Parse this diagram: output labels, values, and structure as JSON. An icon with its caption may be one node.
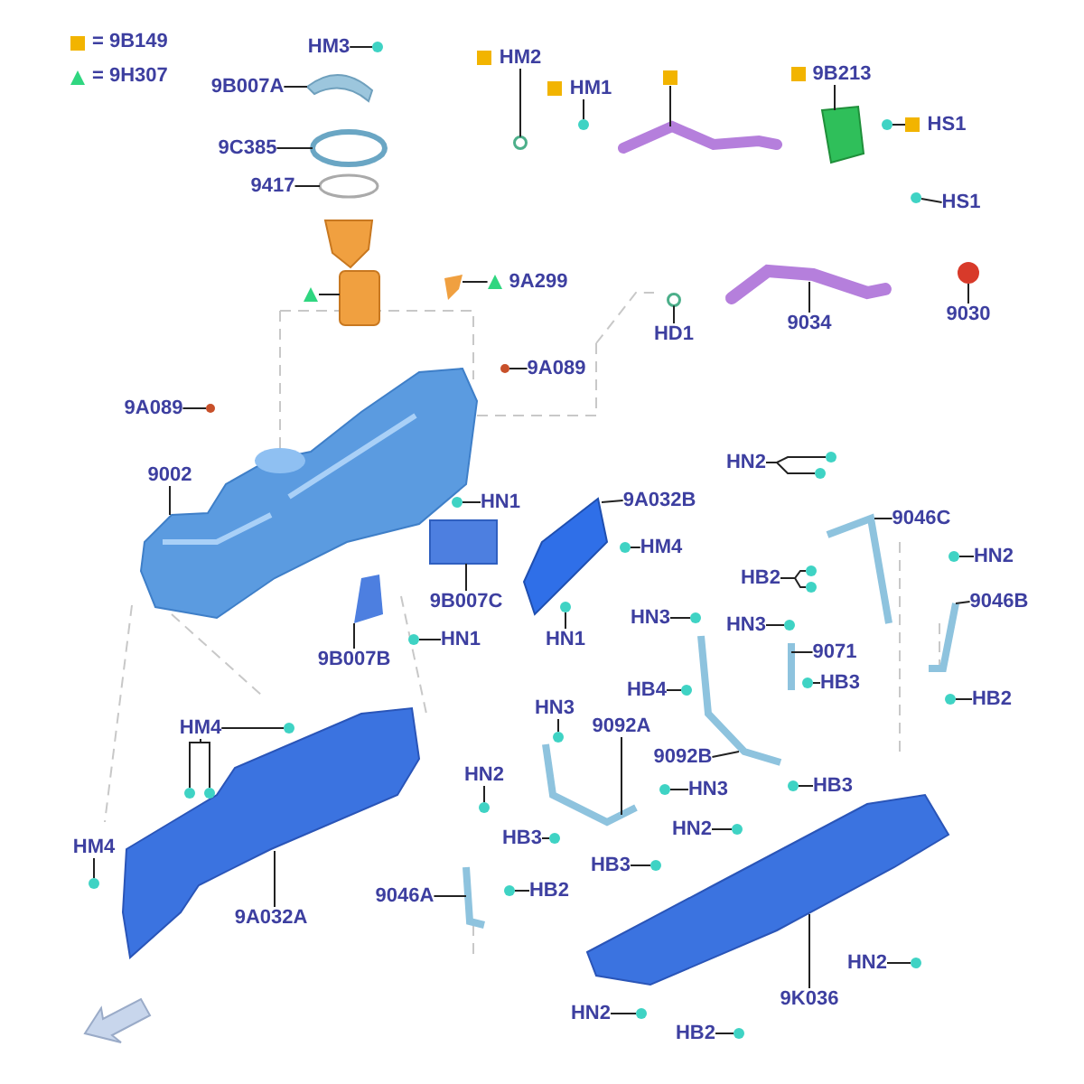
{
  "diagram": {
    "nodes": [
      {
        "text": [
          "HM3"
        ]
      },
      {
        "text": [
          "9B007A"
        ]
      },
      {
        "text": [
          "9C385"
        ]
      },
      {
        "text": [
          "9417"
        ]
      },
      {
        "text": [
          "HM2"
        ]
      },
      {
        "text": [
          "HM1"
        ]
      },
      {
        "text": [],
        "shape": "box"
      },
      {
        "text": [
          "9B213"
        ]
      },
      {
        "text": [
          "HS1"
        ]
      },
      {
        "text": [
          "9A299"
        ]
      },
      {
        "text": [],
        "shape": "triangle"
      },
      {
        "text": [
          "HS1"
        ]
      },
      {
        "text": [
          "HD1"
        ]
      },
      {
        "text": [
          "9034"
        ]
      },
      {
        "text": [
          "9030"
        ]
      },
      {
        "text": [
          "9A089"
        ]
      },
      {
        "text": [
          "9A089"
        ]
      },
      {
        "text": [
          "9002"
        ]
      },
      {
        "text": [
          "HN1"
        ]
      },
      {
        "text": [
          "9A032B"
        ]
      },
      {
        "text": [
          "HM4"
        ]
      },
      {
        "text": [
          "9B007C"
        ]
      },
      {
        "text": [
          "9B007B"
        ]
      },
      {
        "text": [
          "HN1"
        ]
      },
      {
        "text": [
          "HN1"
        ]
      },
      {
        "text": [
          "HN2"
        ]
      },
      {
        "text": [
          "9046C"
        ]
      },
      {
        "text": [
          "HB2"
        ]
      },
      {
        "text": [
          "HN2"
        ]
      },
      {
        "text": [
          "9046B"
        ]
      },
      {
        "text": [
          "HN3"
        ]
      },
      {
        "text": [
          "HN3"
        ]
      },
      {
        "text": [
          "9071"
        ]
      },
      {
        "text": [
          "HB3"
        ]
      },
      {
        "text": [
          "HB4"
        ]
      },
      {
        "text": [
          "HB2"
        ]
      },
      {
        "text": [
          "HN3"
        ]
      },
      {
        "text": [
          "9092A"
        ]
      },
      {
        "text": [
          "9092B"
        ]
      },
      {
        "text": [
          "HN3"
        ]
      },
      {
        "text": [
          "HB3"
        ]
      },
      {
        "text": [
          "HN2"
        ]
      },
      {
        "text": [
          "HB3"
        ]
      },
      {
        "text": [
          "HN2"
        ]
      },
      {
        "text": [
          "HB3"
        ]
      },
      {
        "text": [
          "HB2"
        ]
      },
      {
        "text": [
          "HM4"
        ]
      },
      {
        "text": [
          "HM4"
        ]
      },
      {
        "text": [
          "9A032A"
        ]
      },
      {
        "text": [
          "9046A"
        ]
      },
      {
        "text": [
          "9K036"
        ]
      },
      {
        "text": [
          "HN2"
        ]
      },
      {
        "text": [
          "HN2"
        ]
      },
      {
        "text": [
          "HB2"
        ]
      },
      {
        "text": [],
        "shape": "circle"
      },
      {
        "text": [],
        "shape": "picture"
      },
      {
        "text": [],
        "shape": "circle"
      },
      {
        "text": [],
        "shape": "circle"
      },
      {
        "text": [],
        "shape": "circle"
      },
      {
        "text": [],
        "shape": "circle"
      },
      {
        "text": [],
        "shape": "picture"
      },
      {
        "text": [],
        "shape": "picture"
      },
      {
        "text": [],
        "shape": "circle"
      },
      {
        "text": [],
        "shape": "picture"
      },
      {
        "text": [],
        "shape": "picture"
      },
      {
        "text": [],
        "shape": "circle"
      },
      {
        "text": [],
        "shape": "circle"
      },
      {
        "text": [],
        "shape": "picture"
      },
      {
        "text": [],
        "shape": "circle"
      },
      {
        "text": [],
        "shape": "circle"
      },
      {
        "text": [],
        "shape": "circle"
      },
      {
        "text": [],
        "shape": "picture"
      },
      {
        "text": [],
        "shape": "circle"
      },
      {
        "text": [],
        "shape": "picture"
      },
      {
        "text": [],
        "shape": "circle"
      },
      {
        "text": [],
        "shape": "picture"
      },
      {
        "text": [],
        "shape": "picture"
      },
      {
        "text": [],
        "shape": "circle"
      },
      {
        "text": [],
        "shape": "circle"
      },
      {
        "text": [],
        "shape": "circle"
      },
      {
        "text": [],
        "shape": "circle"
      },
      {
        "text": [],
        "shape": "picture"
      },
      {
        "text": [],
        "shape": "circle"
      },
      {
        "text": [],
        "shape": "circle"
      },
      {
        "text": [],
        "shape": "circle"
      },
      {
        "text": [],
        "shape": "picture"
      },
      {
        "text": [],
        "shape": "circle"
      },
      {
        "text": [],
        "shape": "circle"
      },
      {
        "text": [],
        "shape": "picture"
      },
      {
        "text": [],
        "shape": "circle"
      },
      {
        "text": [],
        "shape": "circle"
      },
      {
        "text": [],
        "shape": "circle"
      },
      {
        "text": [],
        "shape": "circle"
      },
      {
        "text": [],
        "shape": "picture"
      },
      {
        "text": [],
        "shape": "picture"
      },
      {
        "text": [],
        "shape": "circle"
      },
      {
        "text": [],
        "shape": "circle"
      },
      {
        "text": [],
        "shape": "circle"
      },
      {
        "text": [],
        "shape": "circle"
      },
      {
        "text": [],
        "shape": "circle"
      },
      {
        "text": [],
        "shape": "circle"
      },
      {
        "text": [],
        "shape": "circle"
      },
      {
        "text": [],
        "shape": "circle"
      },
      {
        "text": [],
        "shape": "circle"
      },
      {
        "text": [],
        "shape": "circle"
      },
      {
        "text": [],
        "shape": "circle"
      },
      {
        "text": [],
        "shape": "picture"
      },
      {
        "text": [],
        "shape": "picture"
      },
      {
        "text": [],
        "shape": "picture"
      },
      {
        "text": [],
        "shape": "circle"
      },
      {
        "text": [],
        "shape": "circle"
      },
      {
        "text": [],
        "shape": "circle"
      }
    ],
    "edges": [
      {
        "from": 0,
        "to": 54,
        "arrow": "none"
      },
      {
        "from": 1,
        "to": 55,
        "arrow": "none"
      },
      {
        "from": 2,
        "to": 56,
        "arrow": "none"
      },
      {
        "from": 3,
        "to": 57,
        "arrow": "none"
      },
      {
        "from": 4,
        "to": 58,
        "arrow": "none"
      },
      {
        "from": 5,
        "to": 59,
        "arrow": "none"
      },
      {
        "from": 6,
        "to": 60,
        "arrow": "none"
      },
      {
        "from": 7,
        "to": 61,
        "arrow": "none"
      },
      {
        "from": 8,
        "to": 62,
        "arrow": "none"
      },
      {
        "from": 9,
        "to": 63,
        "arrow": "none"
      },
      {
        "from": 10,
        "to": 64,
        "arrow": "none"
      },
      {
        "from": 11,
        "to": 65,
        "arrow": "none"
      },
      {
        "from": 12,
        "to": 66,
        "arrow": "none"
      },
      {
        "from": 13,
        "to": 67,
        "arrow": "none"
      },
      {
        "from": 14,
        "to": 68,
        "arrow": "none"
      },
      {
        "from": 15,
        "to": 69,
        "arrow": "none"
      },
      {
        "from": 16,
        "to": 70,
        "arrow": "none"
      },
      {
        "from": 17,
        "to": 71,
        "arrow": "none"
      },
      {
        "from": 18,
        "to": 72,
        "arrow": "none"
      },
      {
        "from": 19,
        "to": 73,
        "arrow": "none"
      },
      {
        "from": 20,
        "to": 74,
        "arrow": "none"
      },
      {
        "from": 21,
        "to": 75,
        "arrow": "none"
      },
      {
        "from": 22,
        "to": 76,
        "arrow": "none"
      },
      {
        "from": 23,
        "to": 77,
        "arrow": "none"
      },
      {
        "from": 24,
        "to": 78,
        "arrow": "none"
      },
      {
        "from": 25,
        "to": 79,
        "arrow": "none"
      },
      {
        "from": 25,
        "to": 80,
        "arrow": "none"
      },
      {
        "from": 26,
        "to": 81,
        "arrow": "none"
      },
      {
        "from": 27,
        "to": 82,
        "arrow": "none"
      },
      {
        "from": 27,
        "to": 83,
        "arrow": "none"
      },
      {
        "from": 28,
        "to": 84,
        "arrow": "none"
      },
      {
        "from": 29,
        "to": 85,
        "arrow": "none"
      },
      {
        "from": 30,
        "to": 86,
        "arrow": "none"
      },
      {
        "from": 31,
        "to": 87,
        "arrow": "none"
      },
      {
        "from": 32,
        "to": 88,
        "arrow": "none"
      },
      {
        "from": 33,
        "to": 89,
        "arrow": "none"
      },
      {
        "from": 34,
        "to": 90,
        "arrow": "none"
      },
      {
        "from": 35,
        "to": 91,
        "arrow": "none"
      },
      {
        "from": 36,
        "to": 92,
        "arrow": "none"
      },
      {
        "from": 37,
        "to": 93,
        "arrow": "none"
      },
      {
        "from": 38,
        "to": 94,
        "arrow": "none"
      },
      {
        "from": 39,
        "to": 95,
        "arrow": "none"
      },
      {
        "from": 40,
        "to": 96,
        "arrow": "none"
      },
      {
        "from": 41,
        "to": 97,
        "arrow": "none"
      },
      {
        "from": 42,
        "to": 98,
        "arrow": "none"
      },
      {
        "from": 43,
        "to": 99,
        "arrow": "none"
      },
      {
        "from": 44,
        "to": 100,
        "arrow": "none"
      },
      {
        "from": 45,
        "to": 101,
        "arrow": "none"
      },
      {
        "from": 46,
        "to": 102,
        "arrow": "none"
      },
      {
        "from": 46,
        "to": 103,
        "arrow": "none"
      },
      {
        "from": 46,
        "to": 104,
        "arrow": "none"
      },
      {
        "from": 47,
        "to": 105,
        "arrow": "none"
      },
      {
        "from": 48,
        "to": 106,
        "arrow": "none"
      },
      {
        "from": 49,
        "to": 107,
        "arrow": "none"
      },
      {
        "from": 50,
        "to": 108,
        "arrow": "none"
      },
      {
        "from": 51,
        "to": 109,
        "arrow": "none"
      },
      {
        "from": 52,
        "to": 110,
        "arrow": "none"
      },
      {
        "from": 53,
        "to": 111,
        "arrow": "none"
      }
    ],
    "legend": [
      {
        "text": "= 9B149",
        "color": "#f2b400"
      },
      {
        "text": "= 9H307",
        "color": "#2fd680"
      }
    ]
  }
}
